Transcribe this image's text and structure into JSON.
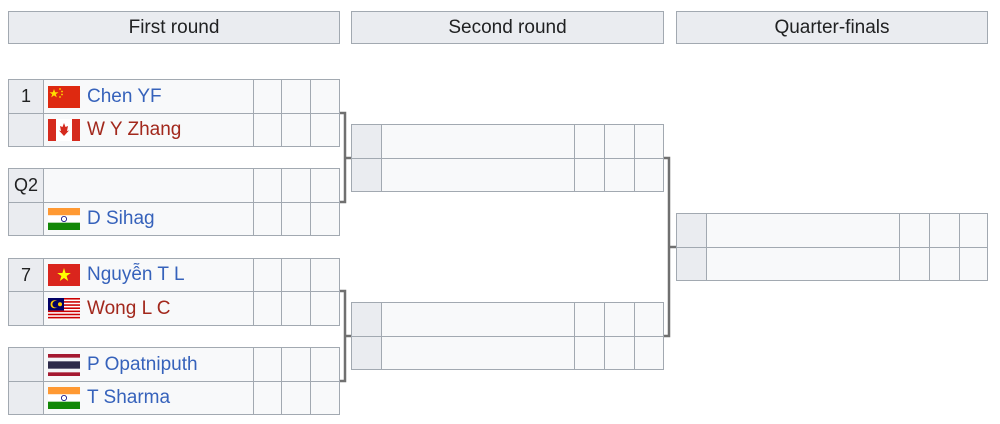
{
  "rounds": [
    "First round",
    "Second round",
    "Quarter-finals"
  ],
  "players": [
    {
      "seed": "1",
      "name": "Chen YF",
      "flag": "china-flag-icon",
      "color": "#3662bb"
    },
    {
      "seed": "",
      "name": "W Y Zhang",
      "flag": "canada-flag-icon",
      "color": "#a2281c"
    },
    {
      "seed": "Q2",
      "name": "",
      "flag": "",
      "color": "#3662bb"
    },
    {
      "seed": "",
      "name": "D Sihag",
      "flag": "india-flag-icon",
      "color": "#3662bb"
    },
    {
      "seed": "7",
      "name": "Nguyễn T L",
      "flag": "vietnam-flag-icon",
      "color": "#3662bb"
    },
    {
      "seed": "",
      "name": "Wong L C",
      "flag": "malaysia-flag-icon",
      "color": "#a2281c"
    },
    {
      "seed": "",
      "name": "P Opatniputh",
      "flag": "thailand-flag-icon",
      "color": "#3662bb"
    },
    {
      "seed": "",
      "name": "T Sharma",
      "flag": "india-flag-icon",
      "color": "#3662bb"
    }
  ]
}
